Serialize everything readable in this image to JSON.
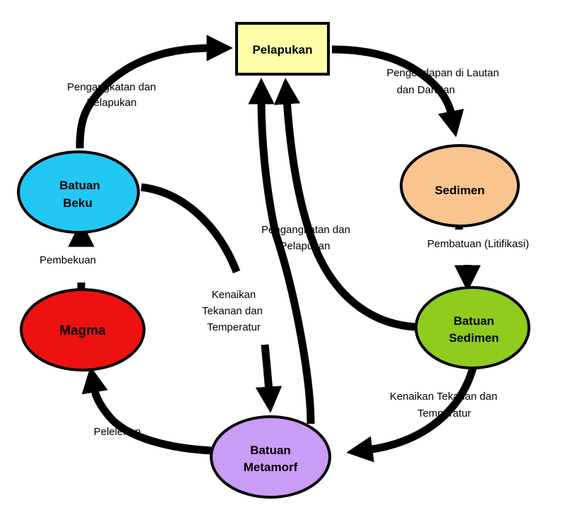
{
  "nodes": {
    "pelapukan": {
      "label": [
        "Pelapukan"
      ],
      "color": "#ffffa8"
    },
    "sedimen": {
      "label": [
        "Sedimen"
      ],
      "color": "#f9c48e"
    },
    "batuan_sedimen": {
      "label": [
        "Batuan",
        "Sedimen"
      ],
      "color": "#8fcc1e"
    },
    "batuan_metamorf": {
      "label": [
        "Batuan",
        "Metamorf"
      ],
      "color": "#c99cf5"
    },
    "magma": {
      "label": [
        "Magma"
      ],
      "color": "#ee1111"
    },
    "batuan_beku": {
      "label": [
        "Batuan",
        "Beku"
      ],
      "color": "#22c8f3"
    }
  },
  "edges": {
    "pengangkatan_kiri": [
      "Pengangkatan dan",
      "Pelapukan"
    ],
    "pengendapan": [
      "Pengendapan di Lautan",
      "dan Daratan"
    ],
    "pembatuan": [
      "Pembatuan (Litifikasi)"
    ],
    "pengangkatan_tengah": [
      "Pengangkatan dan",
      "Pelapukan"
    ],
    "kenaikan_tengah": [
      "Kenaikan",
      "Tekanan dan",
      "Temperatur"
    ],
    "kenaikan_kanan": [
      "Kenaikan Tekanan dan",
      "Temperatur"
    ],
    "pelelehan": [
      "Pelelehan"
    ],
    "pembekuan": [
      "Pembekuan"
    ]
  }
}
